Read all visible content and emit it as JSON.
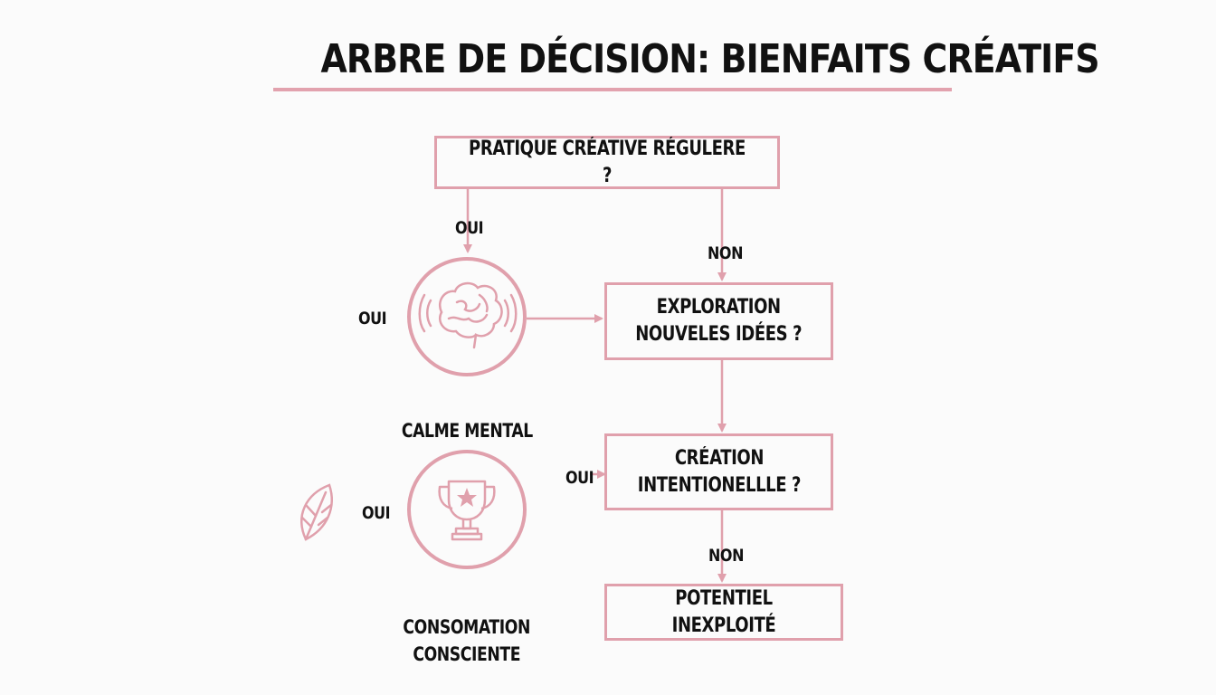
{
  "title": "ARBRE DE DÉCISION: BIENFAITS CRÉATIFS",
  "nodes": {
    "q1": "PRATIQUE CRÉATIVE RÉGULERE ?",
    "q2": "EXPLORATION\nNOUVELES IDÉES ?",
    "q3": "CRÉATION\nINTENTIONELLLE ?",
    "outcome": "POTENTIEL INEXPLOITÉ"
  },
  "results": {
    "calm": "CALME MENTAL",
    "consumption": "CONSOMATION\nCONSCIENTE"
  },
  "labels": {
    "oui_top": "OUI",
    "non_top": "NON",
    "oui_left_brain": "OUI",
    "oui_q3": "OUI",
    "oui_left_trophy": "OUI",
    "non_bottom": "NON"
  },
  "icons": {
    "brain": "brain-icon",
    "trophy": "trophy-icon",
    "leaf": "leaf-icon"
  },
  "colors": {
    "accent": "#e0a0ac",
    "text": "#111111",
    "background": "#fbfbfb"
  }
}
